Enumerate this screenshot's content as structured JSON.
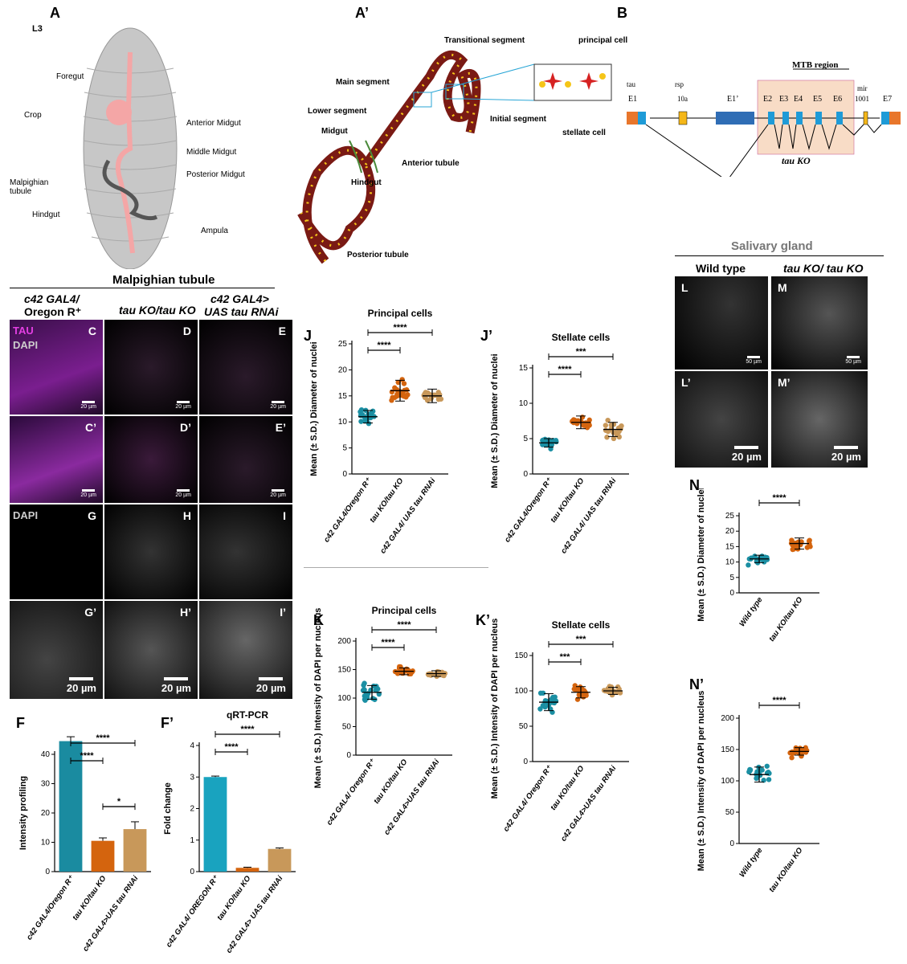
{
  "panels": {
    "A": "A",
    "A_prime": "A’",
    "B": "B",
    "C": "C",
    "D": "D",
    "E": "E",
    "C_prime": "C’",
    "D_prime": "D’",
    "E_prime": "E’",
    "G": "G",
    "H": "H",
    "I": "I",
    "G_prime": "G’",
    "H_prime": "H’",
    "I_prime": "I’",
    "F": "F",
    "F_prime": "F’",
    "J": "J",
    "J_prime": "J’",
    "K": "K",
    "K_prime": "K’",
    "L": "L",
    "M": "M",
    "L_prime": "L’",
    "M_prime": "M’",
    "N": "N",
    "N_prime": "N’"
  },
  "larva": {
    "stage": "L3",
    "labels": [
      "Foregut",
      "Crop",
      "Anterior Midgut",
      "Middle Midgut",
      "Posterior Midgut",
      "Malpighian tubule",
      "Hindgut",
      "Ampula"
    ]
  },
  "tubule": {
    "labels": [
      "Transitional segment",
      "principal cell",
      "Main segment",
      "Lower segment",
      "Midgut",
      "Initial segment",
      "stellate cell",
      "Anterior tubule",
      "Hindgut",
      "Posterior tubule"
    ]
  },
  "gene": {
    "mtb": "MTB region",
    "exons": [
      "tau",
      "E1",
      "rsp",
      "10a",
      "E1’",
      "E2",
      "E3",
      "E4",
      "E5",
      "E6",
      "mir",
      "1001",
      "E7"
    ],
    "ko": "tau KO",
    "colors": {
      "orange": "#e8762b",
      "blue": "#1e9bd7",
      "darkblue": "#2f6db5",
      "yellow": "#f5b719",
      "ko_box": "#f8dcc6"
    }
  },
  "malpighian": {
    "title": "Malpighian tubule",
    "col1": "c42 GAL4/",
    "col1b": "Oregon R⁺",
    "col2": "tau KO/tau KO",
    "col3": "c42 GAL4>",
    "col3b": "UAS tau RNAi",
    "tau": "TAU",
    "dapi": "DAPI",
    "scale_small": "20 µm",
    "scale_big": "20 µm"
  },
  "salivary": {
    "title": "Salivary gland",
    "wt": "Wild type",
    "ko": "tau KO/ tau KO",
    "scale_small": "50 µm",
    "scale_big": "20 µm"
  },
  "chart_data": [
    {
      "id": "F",
      "type": "bar",
      "ylabel": "Intensity profiling",
      "categories": [
        "c42 GAL4/Oregon R⁺",
        "tau KO/tau KO",
        "c42 GAL4>UAS tau RNAi"
      ],
      "values": [
        44.5,
        10.5,
        14.5
      ],
      "errors": [
        1.5,
        1,
        2.5
      ],
      "ylim": [
        0,
        40
      ],
      "yticks": [
        0,
        10,
        20,
        30,
        40
      ],
      "colors": [
        "#1a8ba0",
        "#d4640e",
        "#c8985a"
      ],
      "signif": [
        {
          "from": 0,
          "to": 1,
          "label": "****"
        },
        {
          "from": 0,
          "to": 2,
          "label": "****"
        },
        {
          "from": 1,
          "to": 2,
          "label": "*"
        }
      ]
    },
    {
      "id": "F_prime",
      "type": "bar",
      "title": "qRT-PCR",
      "ylabel": "Fold change",
      "categories": [
        "c42 GAL4/ OREGON R⁺",
        "tau KO/tau KO",
        "c42 GAL4> UAS tau RNAi"
      ],
      "values": [
        3.0,
        0.12,
        0.72
      ],
      "errors": [
        0.03,
        0.02,
        0.03
      ],
      "ylim": [
        0,
        4
      ],
      "yticks": [
        0,
        1,
        2,
        3,
        4
      ],
      "colors": [
        "#19a3bf",
        "#d4640e",
        "#c8985a"
      ],
      "signif": [
        {
          "from": 0,
          "to": 1,
          "label": "****"
        },
        {
          "from": 0,
          "to": 2,
          "label": "****"
        }
      ]
    },
    {
      "id": "J",
      "type": "scatter",
      "title": "Principal cells",
      "ylabel": "Mean (± S.D.) Diameter of nuclei",
      "categories": [
        "c42 GAL4/Oregon R⁺",
        "tau KO/tau KO",
        "c42 GAL4/ UAS tau RNAi"
      ],
      "means": [
        11,
        16,
        15
      ],
      "sd": [
        1.2,
        2,
        1.3
      ],
      "ylim": [
        0,
        25
      ],
      "yticks": [
        0,
        5,
        10,
        15,
        20,
        25
      ],
      "signif": [
        {
          "from": 0,
          "to": 1,
          "label": "****"
        },
        {
          "from": 0,
          "to": 2,
          "label": "****"
        }
      ]
    },
    {
      "id": "J_prime",
      "type": "scatter",
      "title": "Stellate cells",
      "ylabel": "Mean (± S.D.) Diameter of nuclei",
      "categories": [
        "c42 GAL4/Oregon R⁺",
        "tau KO/tau KO",
        "c42 GAL4/ UAS tau RNAi"
      ],
      "means": [
        4.4,
        7.3,
        6.3
      ],
      "sd": [
        0.6,
        0.9,
        1
      ],
      "ylim": [
        0,
        15
      ],
      "yticks": [
        0,
        5,
        10,
        15
      ],
      "signif": [
        {
          "from": 0,
          "to": 1,
          "label": "****"
        },
        {
          "from": 0,
          "to": 2,
          "label": "***"
        }
      ]
    },
    {
      "id": "K",
      "type": "scatter",
      "title": "Principal cells",
      "ylabel": "Mean (± S.D.) Intensity of DAPI per nucleus",
      "categories": [
        "c42 GAL4/ Oregon R⁺",
        "tau KO/tau KO",
        "c42 GAL4>UAS tau RNAi"
      ],
      "means": [
        110,
        147,
        143
      ],
      "sd": [
        12,
        6,
        5
      ],
      "ylim": [
        0,
        200
      ],
      "yticks": [
        0,
        50,
        100,
        150,
        200
      ],
      "signif": [
        {
          "from": 0,
          "to": 1,
          "label": "****"
        },
        {
          "from": 0,
          "to": 2,
          "label": "****"
        }
      ]
    },
    {
      "id": "K_prime",
      "type": "scatter",
      "title": "Stellate cells",
      "ylabel": "Mean (± S.D.) Intensity of DAPI per nucleus",
      "categories": [
        "c42 GAL4/ Oregon R⁺",
        "tau KO/tau KO",
        "c42 GAL4>UAS tau RNAi"
      ],
      "means": [
        84,
        98,
        100
      ],
      "sd": [
        12,
        8,
        5
      ],
      "ylim": [
        0,
        150
      ],
      "yticks": [
        0,
        50,
        100,
        150
      ],
      "signif": [
        {
          "from": 0,
          "to": 1,
          "label": "***"
        },
        {
          "from": 0,
          "to": 2,
          "label": "***"
        }
      ]
    },
    {
      "id": "N",
      "type": "scatter",
      "ylabel": "Mean (± S.D.) Diameter of nuclei",
      "categories": [
        "Wild type",
        "tau KO/tau KO"
      ],
      "means": [
        11,
        16
      ],
      "sd": [
        1.2,
        1.8
      ],
      "ylim": [
        0,
        25
      ],
      "yticks": [
        0,
        5,
        10,
        15,
        20,
        25
      ],
      "signif": [
        {
          "from": 0,
          "to": 1,
          "label": "****"
        }
      ]
    },
    {
      "id": "N_prime",
      "type": "scatter",
      "ylabel": "Mean (± S.D.) Intensity of DAPI per nucleus",
      "categories": [
        "Wild type",
        "tau KO/tau KO"
      ],
      "means": [
        110,
        147
      ],
      "sd": [
        12,
        6
      ],
      "ylim": [
        0,
        200
      ],
      "yticks": [
        0,
        50,
        100,
        150,
        200
      ],
      "signif": [
        {
          "from": 0,
          "to": 1,
          "label": "****"
        }
      ]
    }
  ]
}
